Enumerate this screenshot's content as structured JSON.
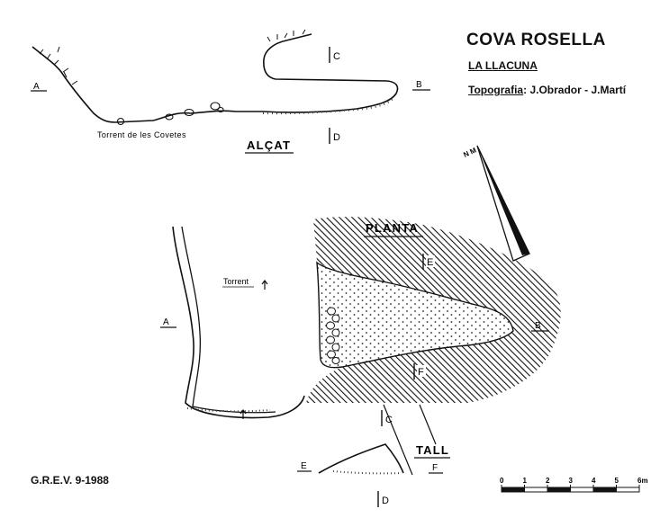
{
  "header": {
    "cave_name": "COVA ROSELLA",
    "town": "LA LLACUNA",
    "survey_label": "Topografia",
    "survey_authors": ": J.Obrador - J.Martí"
  },
  "footer": {
    "credit": "G.R.E.V.  9-1988"
  },
  "elevation": {
    "view_label": "ALÇAT",
    "stream_label": "Torrent de les Covetes",
    "point_a": "A",
    "point_b": "B",
    "section_c": "C",
    "section_d": "D"
  },
  "plan": {
    "view_label": "PLANTA",
    "torrent_label": "Torrent",
    "point_a": "A",
    "point_b": "B",
    "section_e": "E",
    "section_f": "F",
    "section_c": "C"
  },
  "cross_section": {
    "view_label": "TALL",
    "point_e": "E",
    "point_f": "F",
    "section_d": "D"
  },
  "north_arrow": {
    "label": "N M"
  },
  "scale_bar": {
    "ticks": [
      "0",
      "1",
      "2",
      "3",
      "4",
      "5",
      "6m"
    ],
    "segments": 6
  }
}
